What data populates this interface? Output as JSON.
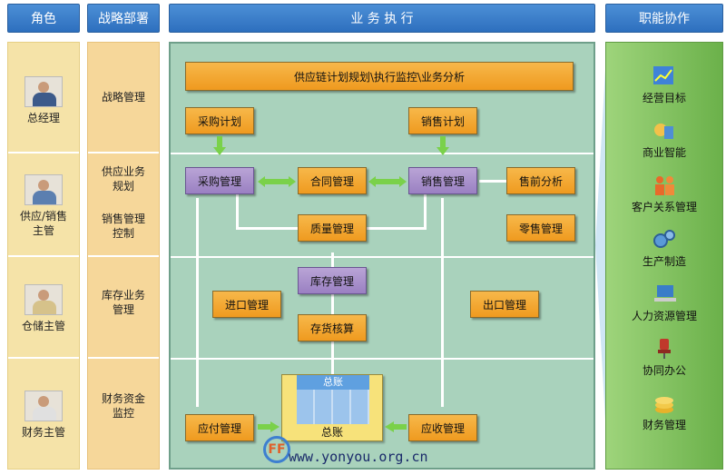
{
  "headers": {
    "roles": "角色",
    "strategy": "战略部署",
    "execution": "业 务 执 行",
    "functions": "职能协作"
  },
  "roles": [
    {
      "label": "总经理"
    },
    {
      "label": "供应/销售\n主管"
    },
    {
      "label": "仓储主管"
    },
    {
      "label": "财务主管"
    }
  ],
  "strategy": [
    {
      "label": "战略管理"
    },
    {
      "label": "供应业务\n规划"
    },
    {
      "label": "销售管理\n控制"
    },
    {
      "label": "库存业务\n管理"
    },
    {
      "label": "财务资金\n监控"
    }
  ],
  "execution": {
    "top_banner": "供应链计划规划\\执行监控\\业务分析",
    "purchase_plan": "采购计划",
    "sales_plan": "销售计划",
    "purchase_mgmt": "采购管理",
    "contract_mgmt": "合同管理",
    "sales_mgmt": "销售管理",
    "presales": "售前分析",
    "quality": "质量管理",
    "retail": "零售管理",
    "inventory": "库存管理",
    "import": "进口管理",
    "export": "出口管理",
    "stock_accounting": "存货核算",
    "ledger_top": "总账",
    "ledger_bottom": "总账",
    "payable": "应付管理",
    "receivable": "应收管理"
  },
  "functions": [
    {
      "label": "经营目标",
      "icon": "target-chart-icon"
    },
    {
      "label": "商业智能",
      "icon": "business-intelligence-icon"
    },
    {
      "label": "客户关系管理",
      "icon": "crm-people-icon"
    },
    {
      "label": "生产制造",
      "icon": "gears-icon"
    },
    {
      "label": "人力资源管理",
      "icon": "hr-laptop-icon"
    },
    {
      "label": "协同办公",
      "icon": "office-chair-icon"
    },
    {
      "label": "财务管理",
      "icon": "finance-coins-icon"
    }
  ],
  "watermark": {
    "text": "www.yonyou.org.cn",
    "logo": "FF"
  },
  "colors": {
    "header": "#2d6fbe",
    "exec_bg": "#a9d2bc",
    "orange_box": "#ef9a1f",
    "purple_box": "#9a80c2",
    "arrow": "#7ad14a"
  }
}
